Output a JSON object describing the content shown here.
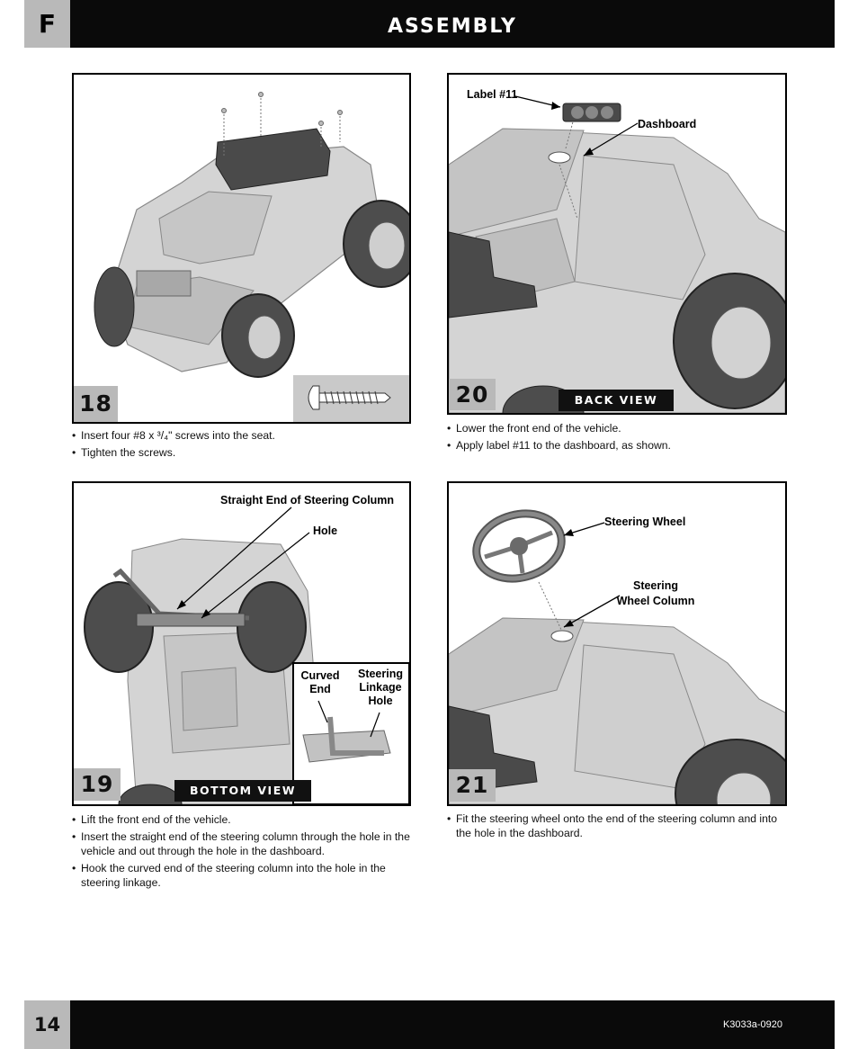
{
  "header": {
    "section": "F",
    "title": "ASSEMBLY"
  },
  "steps": {
    "s18": {
      "num": "18",
      "bullets": [
        "Insert four #8 x ³/₄\" screws into the seat.",
        "Tighten the screws."
      ]
    },
    "s20": {
      "num": "20",
      "view": "BACK VIEW",
      "labels": {
        "label11": "Label #11",
        "dashboard": "Dashboard"
      },
      "bullets": [
        "Lower the front end of the vehicle.",
        "Apply label #11 to the dashboard, as shown."
      ]
    },
    "s19": {
      "num": "19",
      "view": "BOTTOM VIEW",
      "labels": {
        "straight_end": "Straight End of Steering Column",
        "hole": "Hole",
        "curved_end_1": "Curved",
        "curved_end_2": "End",
        "linkage_1": "Steering",
        "linkage_2": "Linkage",
        "linkage_3": "Hole"
      },
      "bullets": [
        "Lift the front end of the vehicle.",
        "Insert the straight end of the steering column through the hole in the vehicle and out through the hole in the dashboard.",
        "Hook the curved end of the steering column into the hole in the steering linkage."
      ]
    },
    "s21": {
      "num": "21",
      "labels": {
        "wheel": "Steering Wheel",
        "column_1": "Steering",
        "column_2": "Wheel Column"
      },
      "bullets": [
        "Fit the steering wheel onto the end of the steering column and into the hole in the dashboard."
      ]
    }
  },
  "footer": {
    "page": "14",
    "code": "K3033a-0920"
  }
}
